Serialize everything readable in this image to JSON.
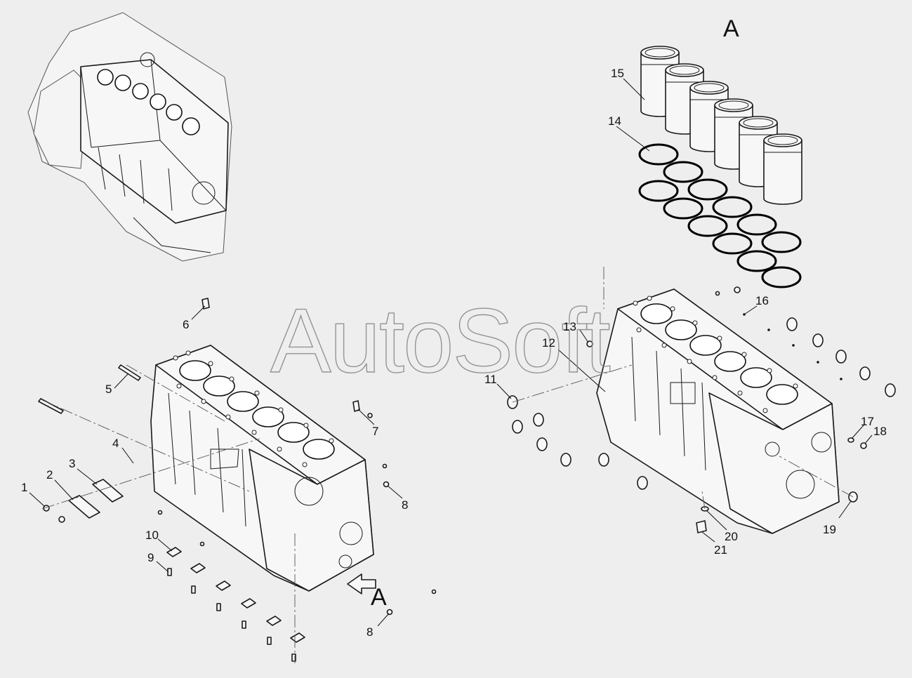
{
  "diagram": {
    "watermark": "AutoSoft",
    "view_label_detail": "A",
    "view_label_arrow": "A",
    "callouts": [
      {
        "id": "c1",
        "text": "1"
      },
      {
        "id": "c2",
        "text": "2"
      },
      {
        "id": "c3",
        "text": "3"
      },
      {
        "id": "c4",
        "text": "4"
      },
      {
        "id": "c5",
        "text": "5"
      },
      {
        "id": "c6",
        "text": "6"
      },
      {
        "id": "c7",
        "text": "7"
      },
      {
        "id": "c8a",
        "text": "8"
      },
      {
        "id": "c8b",
        "text": "8"
      },
      {
        "id": "c9",
        "text": "9"
      },
      {
        "id": "c10",
        "text": "10"
      },
      {
        "id": "c11",
        "text": "11"
      },
      {
        "id": "c12",
        "text": "12"
      },
      {
        "id": "c13",
        "text": "13"
      },
      {
        "id": "c14",
        "text": "14"
      },
      {
        "id": "c15",
        "text": "15"
      },
      {
        "id": "c16",
        "text": "16"
      },
      {
        "id": "c17",
        "text": "17"
      },
      {
        "id": "c18",
        "text": "18"
      },
      {
        "id": "c19",
        "text": "19"
      },
      {
        "id": "c20",
        "text": "20"
      },
      {
        "id": "c21",
        "text": "21"
      }
    ]
  }
}
